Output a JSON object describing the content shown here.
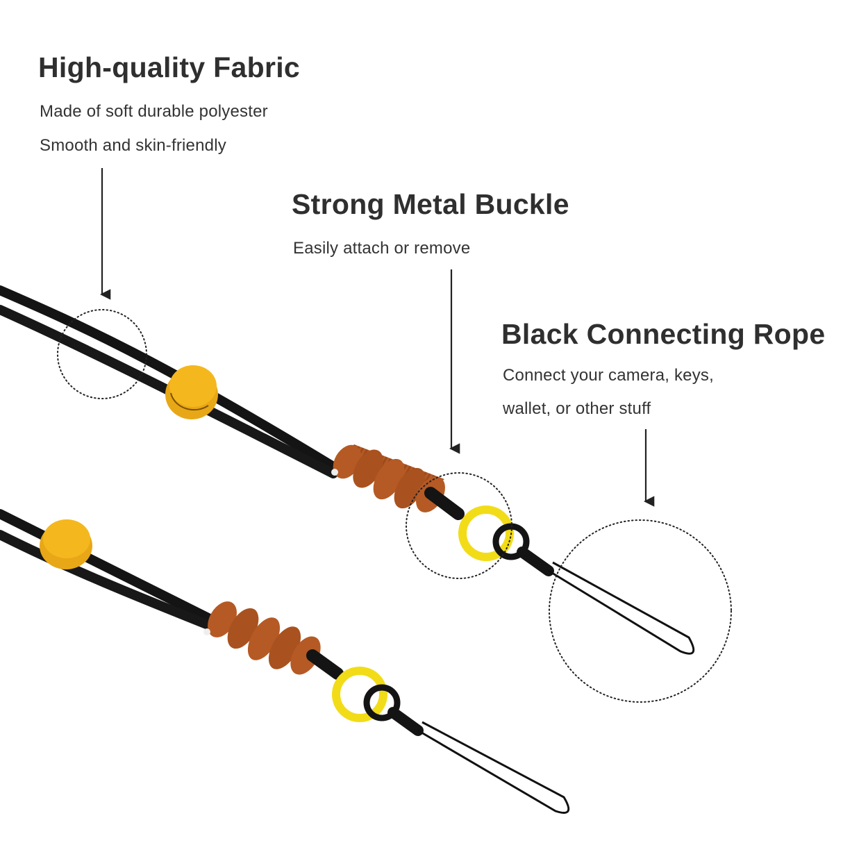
{
  "features": [
    {
      "title": "High-quality Fabric",
      "lines": [
        "Made of soft durable polyester",
        "Smooth and skin-friendly"
      ]
    },
    {
      "title": "Strong Metal Buckle",
      "lines": [
        "Easily attach or remove"
      ]
    },
    {
      "title": "Black Connecting Rope",
      "lines": [
        "Connect your camera, keys,",
        "wallet, or other stuff"
      ]
    }
  ],
  "colors": {
    "background": "#ffffff",
    "text": "#2f2f2f",
    "cord": "#141414",
    "stopper": "#f2b31c",
    "wrap": "#b55a24",
    "ring": "#f5e020",
    "callout": "#222222"
  },
  "icons": [
    "arrow-down-icon",
    "dotted-circle-highlight"
  ]
}
